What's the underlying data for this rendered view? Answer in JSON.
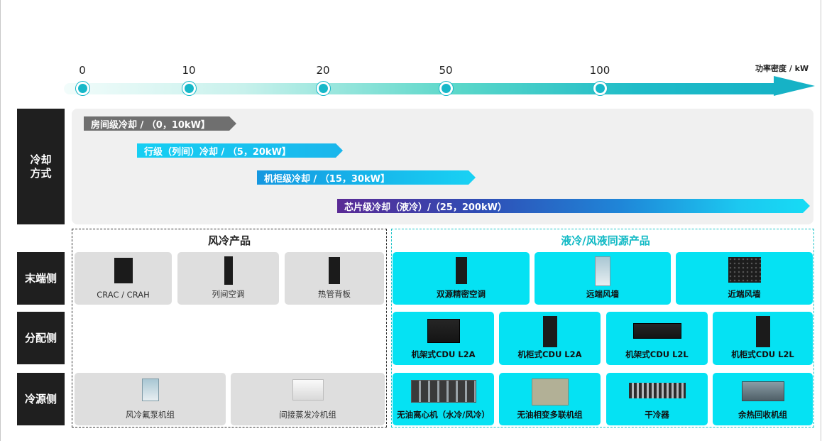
{
  "scale": {
    "ticks": [
      "0",
      "10",
      "20",
      "50",
      "100"
    ],
    "unit": "功率密度 / kW",
    "colors": {
      "accent": "#17b8c9"
    }
  },
  "rows": {
    "cooling_method": "冷却方式",
    "terminal_side": "末端侧",
    "distribution_side": "分配侧",
    "source_side": "冷源侧"
  },
  "cooling_levels": [
    {
      "label": "房间级冷却 / （0，10kW】",
      "color": "#6f6f6f"
    },
    {
      "label": "行级（列间）冷却 / （5，20kW】",
      "color": "#1ec6f0"
    },
    {
      "label": "机柜级冷却 / （15，30kW】",
      "color": "#19b8ee"
    },
    {
      "label": "芯片级冷却（液冷）/（25，200kW）",
      "color": "#4f2f9b"
    }
  ],
  "groups": {
    "air": "风冷产品",
    "liquid": "液冷/风液同源产品"
  },
  "products": {
    "air_terminal": [
      "CRAC / CRAH",
      "列间空调",
      "热管背板"
    ],
    "air_source": [
      "风冷氟泵机组",
      "间接蒸发冷机组"
    ],
    "liquid_terminal": [
      "双源精密空调",
      "远端风墙",
      "近端风墙"
    ],
    "liquid_distribution": [
      "机架式CDU L2A",
      "机柜式CDU L2A",
      "机架式CDU L2L",
      "机柜式CDU L2L"
    ],
    "liquid_source": [
      "无油离心机（水冷/风冷）",
      "无油相变多联机组",
      "干冷器",
      "余热回收机组"
    ]
  }
}
